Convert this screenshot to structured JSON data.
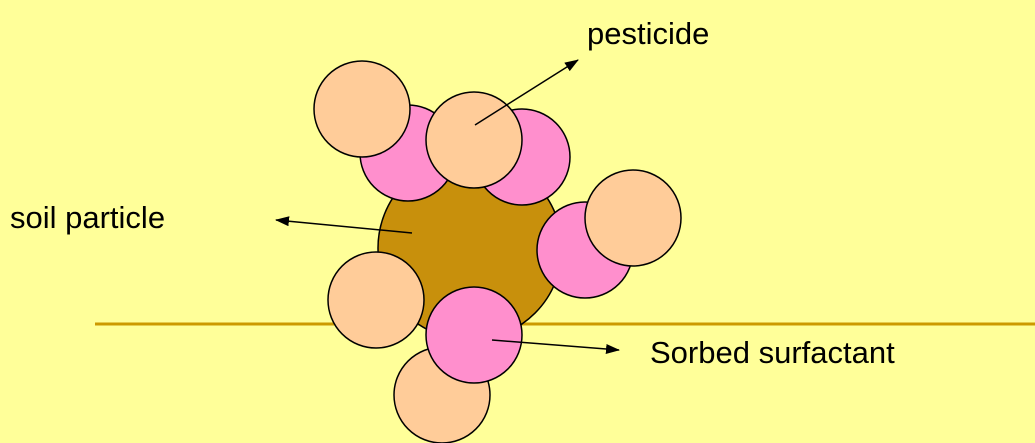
{
  "labels": {
    "pesticide": "pesticide",
    "soil_particle": "soil particle",
    "sorbed_surfactant": "Sorbed surfactant"
  },
  "colors": {
    "background": "#FFFF99",
    "soil_particle": "#C8900C",
    "surfactant": "#FF8FCD",
    "pesticide": "#FFCC99",
    "ground_line": "#CC9900",
    "outline": "#000000"
  }
}
